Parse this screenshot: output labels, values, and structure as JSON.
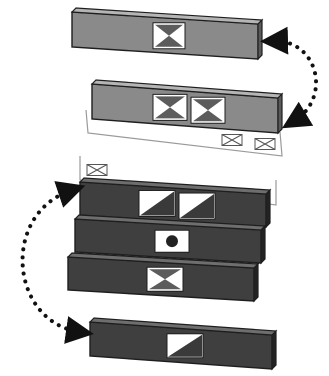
{
  "diagram": {
    "colors": {
      "light_face": "#8a8a8a",
      "light_top": "#b5b5b5",
      "light_side": "#5a5a5a",
      "dark_face": "#3f3f3f",
      "dark_top": "#6e6e6e",
      "dark_side": "#222222",
      "outline": "#1e1e1e",
      "tray": "#9a9a9a",
      "arrow": "#111111",
      "icon_fill": "#ffffff"
    },
    "groups": [
      {
        "id": "top-pair",
        "blocks": [
          {
            "id": "block-1",
            "shade": "light",
            "icons": [
              "hourglass-icon"
            ]
          },
          {
            "id": "block-2",
            "shade": "light",
            "icons": [
              "hourglass-icon",
              "hourglass-icon"
            ]
          }
        ]
      },
      {
        "id": "bottom-stack",
        "blocks": [
          {
            "id": "block-3",
            "shade": "dark",
            "icons": [
              "triangle-split-icon",
              "triangle-split-icon"
            ]
          },
          {
            "id": "block-4",
            "shade": "dark",
            "icons": [
              "circle-icon"
            ]
          },
          {
            "id": "block-5",
            "shade": "dark",
            "icons": [
              "hourglass-icon"
            ]
          },
          {
            "id": "block-6",
            "shade": "dark",
            "icons": [
              "triangle-split-icon"
            ]
          }
        ]
      }
    ],
    "trays": [
      {
        "id": "tray-upper",
        "thumbnails": [
          "hourglass-icon",
          "hourglass-icon"
        ]
      },
      {
        "id": "tray-lower",
        "thumbnails": [
          "hourglass-icon"
        ]
      }
    ],
    "arrows": [
      {
        "id": "swap-arrow-top",
        "style": "dotted",
        "heads": "both"
      },
      {
        "id": "swap-arrow-bottom",
        "style": "dotted",
        "heads": "both"
      }
    ]
  }
}
